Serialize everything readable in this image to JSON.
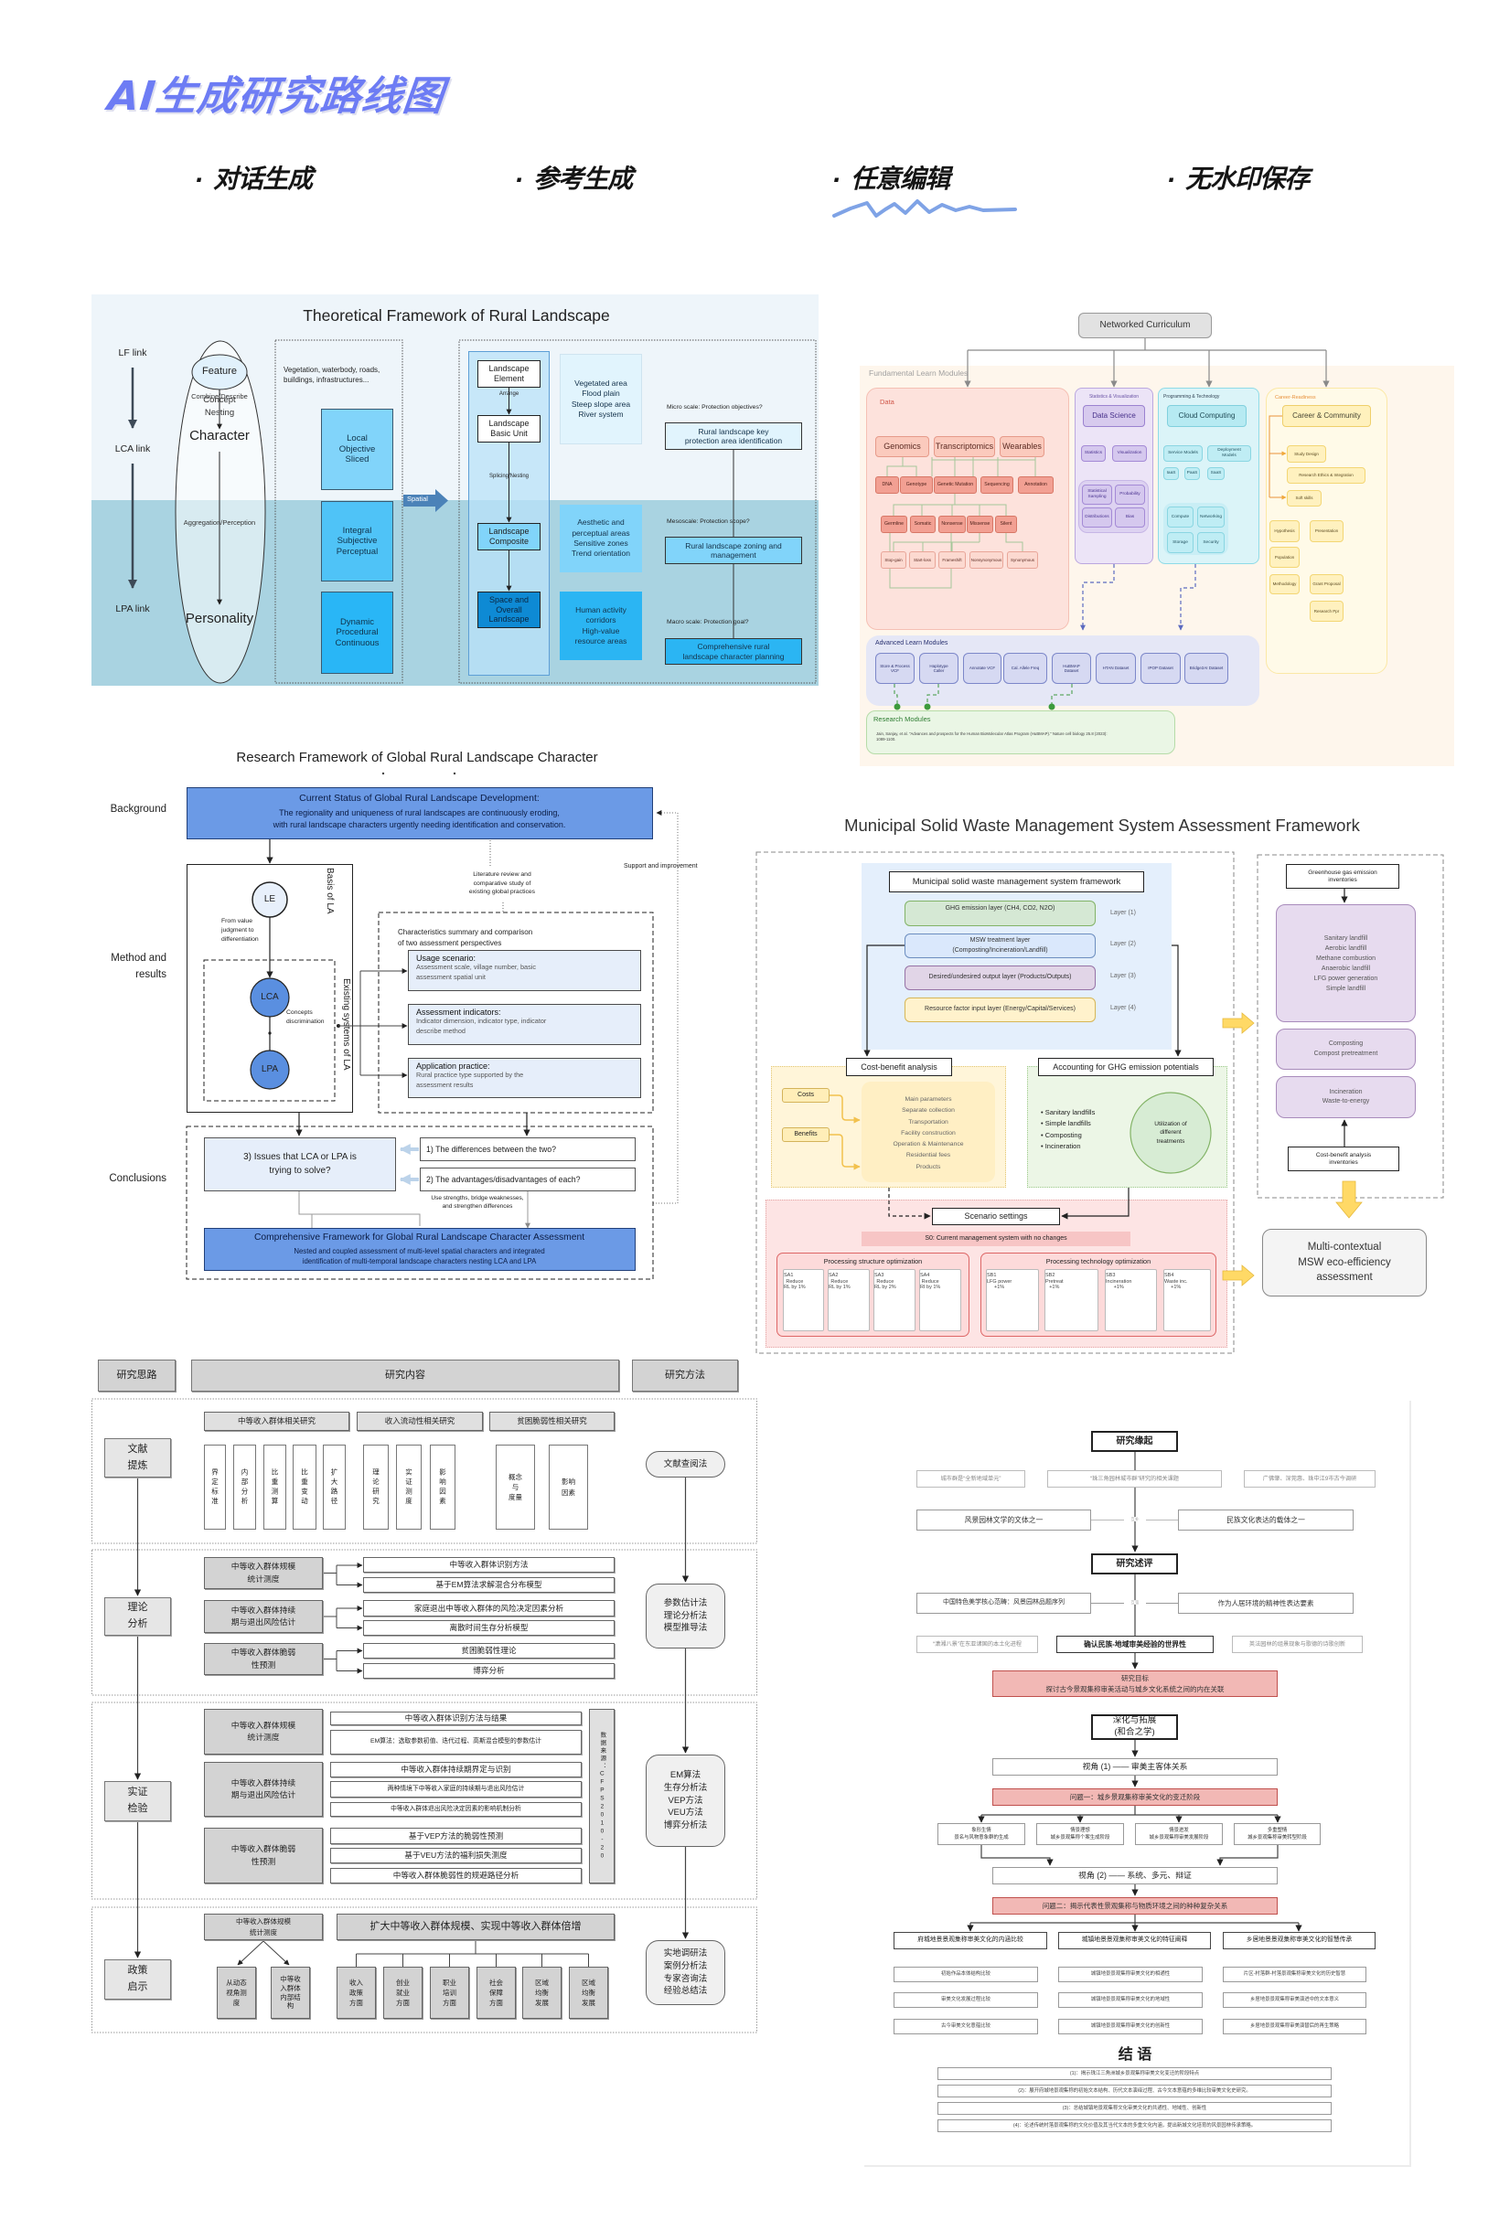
{
  "header": {
    "title": "AI生成研究路线图",
    "bullet": "·",
    "features": [
      "对话生成",
      "参考生成",
      "任意编辑",
      "无水印保存"
    ],
    "highlighted_feature": "任意编辑"
  },
  "colors": {
    "title": "#6d7cf4",
    "highlight_wave": "#7fa3e6",
    "feature_text": "#151515",
    "sky_light": "#81d4fa",
    "sky_mid": "#4fc3f7",
    "sky_dark": "#29b6f6",
    "cornflower": "#6b9ae6",
    "problem_pink": "#f2b8b5"
  },
  "d1": {
    "title": "Theoretical Framework of Rural Landscape",
    "links": [
      "LF link",
      "LCA link",
      "LPA link"
    ],
    "feature": "Feature",
    "combine_describe": "Combine/Describe",
    "concept": "Concept",
    "nesting": "Nesting",
    "character": "Character",
    "aggregation": "Aggregation/Perception",
    "personality": "Personality",
    "elements": "Vegetation, waterbody, roads,\nbuildings, infrastructures...",
    "attributes": [
      "Local\nObjective\nSliced",
      "Integral\nSubjective\nPerceptual",
      "Dynamic\nProcedural\nContinuous"
    ],
    "spatial": "Spatial",
    "hierarchy": [
      "Landscape\nElement",
      "Landscape\nBasic Unit",
      "Landscape\nComposite",
      "Space and\nOverall\nLandscape"
    ],
    "arrange": "Arrange",
    "splicing": "Splicing/Nesting",
    "areas": [
      "Vegetated area\nFlood plain\nSteep slope area\nRiver system",
      "Aesthetic and\nperceptual areas\nSensitive zones\nTrend orientation",
      "Human activity\ncorridors\nHigh-value\nresource areas"
    ],
    "scales": [
      {
        "question": "Micro scale: Protection objectives?",
        "action": "Rural landscape key\nprotection area identification"
      },
      {
        "question": "Mesoscale: Protection scope?",
        "action": "Rural landscape zoning and\nmanagement"
      },
      {
        "question": "Macro scale: Protection goal?",
        "action": "Comprehensive rural\nlandscape character planning"
      }
    ]
  },
  "d2": {
    "root": "Networked Curriculum",
    "fundamental_label": "Fundamental Learn Modules",
    "data": {
      "label": "Data",
      "level1": [
        "Genomics",
        "Transcriptomics",
        "Wearables"
      ],
      "level2": [
        "DNA",
        "Genotype",
        "Genetic Mutation",
        "Sequencing",
        "Annotation"
      ],
      "level3": [
        "Germline",
        "Somatic",
        "Nonsense",
        "Missense",
        "Silent"
      ],
      "level4": [
        "Stop-gain",
        "Start-loss",
        "Frameshift",
        "Nonsynonymous",
        "Synonymous"
      ]
    },
    "stats": {
      "label": "Statistics & Visualization",
      "head": "Data Science",
      "subs": [
        "Statistics",
        "Visualization"
      ],
      "group": [
        "Statistical\nSampling",
        "Probability",
        "Distributions",
        "Bias"
      ]
    },
    "prog": {
      "label": "Programming & Technology",
      "head": "Cloud Computing",
      "subs": [
        "Service Models",
        "Deployment\nModels"
      ],
      "services": [
        "IaaS",
        "PaaS",
        "SaaS"
      ],
      "group": [
        "Compute",
        "Networking",
        "Storage",
        "Security"
      ]
    },
    "career": {
      "label": "Career-Readiness",
      "head": "Career & Community",
      "items": [
        "Study Design",
        "Research Ethics & Integration",
        "Soft skills"
      ],
      "grid": [
        "Hypothesis",
        "Presentation",
        "Population",
        "Methodology",
        "Grant Proposal",
        "Research Ppr"
      ]
    },
    "advanced": {
      "label": "Advanced Learn Modules",
      "items": [
        "Store & Process\nVCF",
        "Haplotype\nCaller",
        "Annotate VCF",
        "Cal. Allele Freq",
        "HuBMAP\nDataset",
        "HTAN Dataset",
        "IPOP Dataset",
        "Bridge2AI Dataset"
      ]
    },
    "research": {
      "label": "Research Modules",
      "citation": "Jain, Sanjay, et al. \"Advances and prospects for the Human BioMolecular Atlas Program (HuBMAP).\" Nature cell biology 25.8 (2023):\n1089-1100."
    }
  },
  "d3": {
    "title": "Research Framework of Global Rural Landscape Character",
    "row_labels": [
      "Background",
      "Method and\nresults",
      "Conclusions"
    ],
    "background": {
      "title": "Current Status of Global Rural Landscape Development:",
      "body": "The regionality and uniqueness of rural landscapes are continuously eroding,\nwith rural landscape characters urgently needing identification and conservation."
    },
    "basis_label": "Basis of LA",
    "existing_label": "Existing systems of LA",
    "nodes": [
      "LE",
      "LCA",
      "LPA"
    ],
    "value_judgment": "From value\njudgment to\ndifferentiation",
    "concepts": "Concepts\ndiscrimination",
    "literature": "Literature review and\ncomparative study of\nexisting global practices",
    "support": "Support and improvement",
    "characteristics": "Characteristics summary and comparison\nof two assessment perspectives",
    "perspectives": [
      {
        "title": "Usage scenario:",
        "body": "Assessment scale, village number, basic\nassessment spatial unit"
      },
      {
        "title": "Assessment indicators:",
        "body": "Indicator dimension, indicator type, indicator\ndescribe method"
      },
      {
        "title": "Application practice:",
        "body": "Rural practice type supported by the\nassessment results"
      }
    ],
    "issues": "3) Issues that LCA or LPA is\ntrying to solve?",
    "questions": [
      "1) The differences between the two?",
      "2) The advantages/disadvantages of each?"
    ],
    "strengths": "Use strengths, bridge weaknesses,\nand strengthen differences",
    "conclusion": {
      "title": "Comprehensive Framework for Global Rural Landscape Character Assessment",
      "body": "Nested and coupled assessment of multi-level spatial characters and integrated\nidentification of multi-temporal landscape characters nesting LCA and LPA"
    }
  },
  "d4": {
    "title": "Municipal Solid Waste Management System Assessment Framework",
    "framework": "Municipal solid waste management system framework",
    "layers": [
      {
        "name": "GHG emission layer (CH4, CO2, N2O)",
        "label": "Layer (1)"
      },
      {
        "name": "MSW treatment layer\n(Composting/Incineration/Landfill)",
        "label": "Layer (2)"
      },
      {
        "name": "Desired/undesired output layer (Products/Outputs)",
        "label": "Layer (3)"
      },
      {
        "name": "Resource factor input layer (Energy/Capital/Services)",
        "label": "Layer (4)"
      }
    ],
    "cost_benefit": {
      "title": "Cost-benefit analysis",
      "costs": "Costs",
      "benefits": "Benefits",
      "params": [
        "Main parameters",
        "Separate collection",
        "Transportation",
        "Facility construction",
        "Operation & Maintenance",
        "Residential fees",
        "Products"
      ]
    },
    "ghg": {
      "title": "Accounting for GHG emission potentials",
      "items": [
        "Sanitary landfills",
        "Simple landfills",
        "Composting",
        "Incineration"
      ],
      "circle": "Utilization of\ndifferent\ntreatments"
    },
    "scenario": {
      "title": "Scenario settings",
      "s0": "S0: Current management system with no changes",
      "structure": {
        "title": "Processing structure optimization",
        "items": [
          {
            "id": "SA1",
            "text": "Reduce\nRL by 1%"
          },
          {
            "id": "SA2",
            "text": "Reduce\nRL by 1%"
          },
          {
            "id": "SA3",
            "text": "Reduce\nRL by 2%"
          },
          {
            "id": "SA4",
            "text": "Reduce\nRI by 1%"
          }
        ]
      },
      "technology": {
        "title": "Processing technology optimization",
        "items": [
          {
            "id": "SB1",
            "text": "LFG power\n+1%"
          },
          {
            "id": "SB2",
            "text": "Pretreat\n+1%"
          },
          {
            "id": "SB3",
            "text": "Incineration\n+1%"
          },
          {
            "id": "SB4",
            "text": "Waste inc.\n+1%"
          }
        ]
      }
    },
    "inventories": {
      "ghg": "Greenhouse gas emission\ninventories",
      "landfill": [
        "Sanitary landfill",
        "Aerobic landfill",
        "Methane combustion",
        "Anaerobic landfill",
        "LFG power generation",
        "Simple landfill"
      ],
      "compost": "Composting\nCompost pretreatment",
      "incineration": "Incineration\nWaste-to-energy",
      "cost_benefit": "Cost-benefit analysis\ninventories"
    },
    "result": "Multi-contextual\nMSW eco-efficiency\nassessment"
  },
  "d5": {
    "headers": [
      "研究思路",
      "研究内容",
      "研究方法"
    ],
    "stages": [
      "文献\n提炼",
      "理论\n分析",
      "实证\n检验",
      "政策\n启示"
    ],
    "methods": [
      "文献查阅法",
      "参数估计法\n理论分析法\n模型推导法",
      "EM算法\n生存分析法\nVEP方法\nVEU方法\n博弈分析法",
      "实地调研法\n案例分析法\n专家咨询法\n经验总结法"
    ],
    "literature": {
      "topics": [
        "中等收入群体相关研究",
        "收入流动性相关研究",
        "贫困脆弱性相关研究"
      ],
      "items": [
        "界定标准",
        "内部分析",
        "比重测算",
        "比重变动",
        "扩大路径",
        "理论研究",
        "实证测度",
        "影响因素",
        "概念\n与\n度量",
        "影响\n因素"
      ]
    },
    "theory": [
      {
        "topic": "中等收入群体规模\n统计测度",
        "items": [
          "中等收入群体识别方法",
          "基于EM算法求解混合分布模型"
        ]
      },
      {
        "topic": "中等收入群体持续\n期与退出风险估计",
        "items": [
          "家庭退出中等收入群体的风险决定因素分析",
          "离散时间生存分析模型"
        ]
      },
      {
        "topic": "中等收入群体脆弱\n性预测",
        "items": [
          "贫困脆弱性理论",
          "博弈分析"
        ]
      }
    ],
    "empirical": [
      {
        "topic": "中等收入群体规模\n统计测度",
        "items": [
          "中等收入群体识别方法与结果",
          "EM算法：选取参数初值、迭代过程、高斯混合模型的参数估计"
        ]
      },
      {
        "topic": "中等收入群体持续\n期与退出风险估计",
        "items": [
          "中等收入群体持续期界定与识别",
          "两种情境下中等收入家庭的持续期与退出风险估计",
          "中等收入群体退出风险决定因素的影响机制分析"
        ]
      },
      {
        "topic": "中等收入群体脆弱\n性预测",
        "items": [
          "基于VEP方法的脆弱性预测",
          "基于VEU方法的福利损失测度",
          "中等收入群体脆弱性的规避路径分析"
        ]
      }
    ],
    "data_source": "数据来源：CFPS2010-20",
    "policy": {
      "topic": "中等收入群体规模\n统计测度",
      "goal": "扩大中等收入群体规模、实现中等收入群体倍增",
      "sub": [
        "从动态\n视角测\n度",
        "中等收\n入群体\n内部结\n构"
      ],
      "aspects": [
        "收入\n政策\n方面",
        "创业\n就业\n方面",
        "职业\n培训\n方面",
        "社会\n保障\n方面",
        "区域\n均衡\n发展",
        "区域\n均衡\n发展"
      ]
    }
  },
  "d6": {
    "origin": "研究缘起",
    "origin_items": [
      "城市群是“全新地域单元”",
      "“珠三角园林城市群”研究的相关课题",
      "广佛肇、深莞惠、珠中江9市古今调研"
    ],
    "origin_pair": [
      "风景园林文学的文体之一",
      "民族文化表达的载体之一"
    ],
    "origin_pair_link": "互补",
    "review": "研究述评",
    "review_pair": [
      "中国特色美学核心范畴：风景园林品题序列",
      "作为人居环境的精神性表达要素"
    ],
    "review_pair_link": "互鉴",
    "review_items": [
      "“潇湘八景”在东亚诸国的本土化进程",
      "确认民族-地域审美经验的世界性",
      "英法园林的组景现象与歌德的诗歌创新"
    ],
    "objective": "研究目标\n探讨古今景观集称审美活动与城乡文化系统之间的内在关联",
    "deepen": "深化与拓展\n(和合之学)",
    "view1": "视角 (1) —— 审美主客体关系",
    "q1": "问题一：城乡景观集称审美文化的变迁阶段",
    "stages": [
      "象形生情\n景名与风物意象群的生成",
      "情景理想\n城乡景观集称个案生成阶段",
      "情景迸发\n城乡景观集称审美发展阶段",
      "多重塑情\n城乡景观集称审美转型阶段"
    ],
    "view2": "视角 (2) —— 系统、多元、辩证",
    "q2": "问题二：揭示代表性景观集称与物质环境之间的种种复杂关系",
    "themes": [
      "府城地景景观集称审美文化的内涵比较",
      "城镇地景景观集称审美文化的特征阐释",
      "乡居地景景观集称审美文化的智慧传承"
    ],
    "theme_items": [
      [
        "初始作品本体结构比较",
        "审美文化发展过程比较",
        "古今审美文化意蕴比较"
      ],
      [
        "城镇地景景观集称审美文化的相通性",
        "城镇地景景观集称审美文化的地域性",
        "城镇地景景观集称审美文化的创新性"
      ],
      [
        "片区-村落群-村落景观集称审美文化的历史智慧",
        "乡居地景景观集称审美演进中的文本意义",
        "乡居地景景观集称审美演替后的再生策略"
      ]
    ],
    "conclusion_title": "结 语",
    "conclusions": [
      "(1)：揭示珠江三角洲城乡景观集称审美文化变迁的阶段特点",
      "(2)：展开府城地景观集称的初始文本结构、历代文本演绎过程、古今文本意蕴的多维比较审美文化史研究。",
      "(3)：总结城镇地景观集称文化审美文化的共通性、地域性、创新性",
      "(4)：论述传统村落景观集称的文化价值及其当代文本的多重文化内涵，提出新城文化培育的风景园林传承策略。"
    ]
  }
}
